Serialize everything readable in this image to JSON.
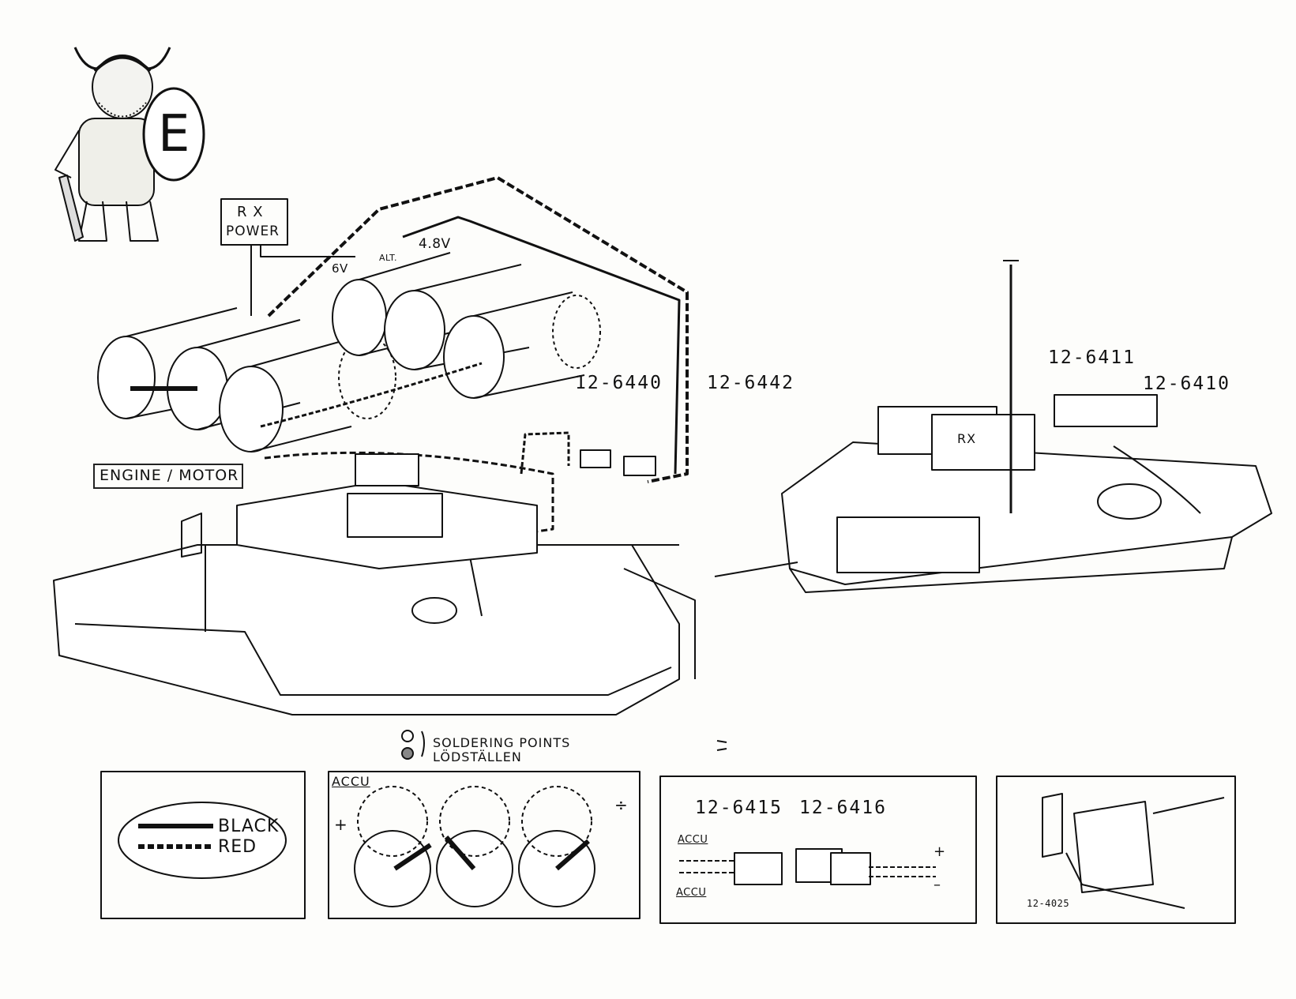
{
  "badge": {
    "letter": "E"
  },
  "labels": {
    "rx_power_line1": "R X",
    "rx_power_line2": "POWER",
    "v48": "4.8V",
    "v6": "6V",
    "alt": "ALT.",
    "engine_motor": "ENGINE / MOTOR",
    "part_6440": "12-6440",
    "part_6442": "12-6442",
    "part_6411": "12-6411",
    "part_6410": "12-6410",
    "rx": "RX",
    "soldering_en": "SOLDERING POINTS",
    "soldering_sv": "LÖDSTÄLLEN"
  },
  "legend": {
    "black": "BLACK",
    "red": "RED"
  },
  "accu_panel": {
    "title": "ACCU",
    "plus": "+",
    "minus": "÷"
  },
  "connector_panel": {
    "part_a": "12-6415",
    "part_b": "12-6416",
    "accu_top": "ACCU",
    "accu_bottom": "ACCU",
    "plus": "+",
    "minus": "–"
  },
  "switch_panel": {
    "part": "12-4025"
  },
  "colors": {
    "ink": "#111111",
    "paper": "#fdfdfb"
  }
}
